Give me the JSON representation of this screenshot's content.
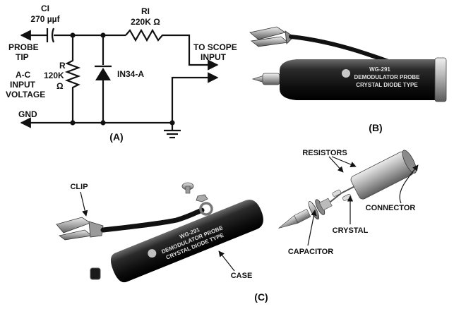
{
  "schematic": {
    "c1": {
      "name": "CI",
      "value": "270 µµf"
    },
    "r1": {
      "name": "RI",
      "value": "220K Ω"
    },
    "probe_tip": [
      "PROBE",
      "TIP"
    ],
    "ac_input": [
      "A-C",
      "INPUT",
      "VOLTAGE"
    ],
    "r": {
      "name": "R",
      "value": "120K",
      "unit": "Ω"
    },
    "diode": "IN34-A",
    "scope": [
      "TO SCOPE",
      "INPUT"
    ],
    "gnd": "GND",
    "caption": "(A)"
  },
  "photo_b": {
    "caption": "(B)",
    "imprint": [
      "WG-291",
      "DEMODULATOR PROBE",
      "CRYSTAL DIODE TYPE"
    ]
  },
  "photo_c": {
    "caption": "(C)",
    "imprint": [
      "WG-291",
      "DEMODULATOR PROBE",
      "CRYSTAL DIODE TYPE"
    ],
    "labels": {
      "clip": "CLIP",
      "case": "CASE",
      "resistors": "RESISTORS",
      "connector": "CONNECTOR",
      "crystal": "CRYSTAL",
      "capacitor": "CAPACITOR"
    }
  }
}
